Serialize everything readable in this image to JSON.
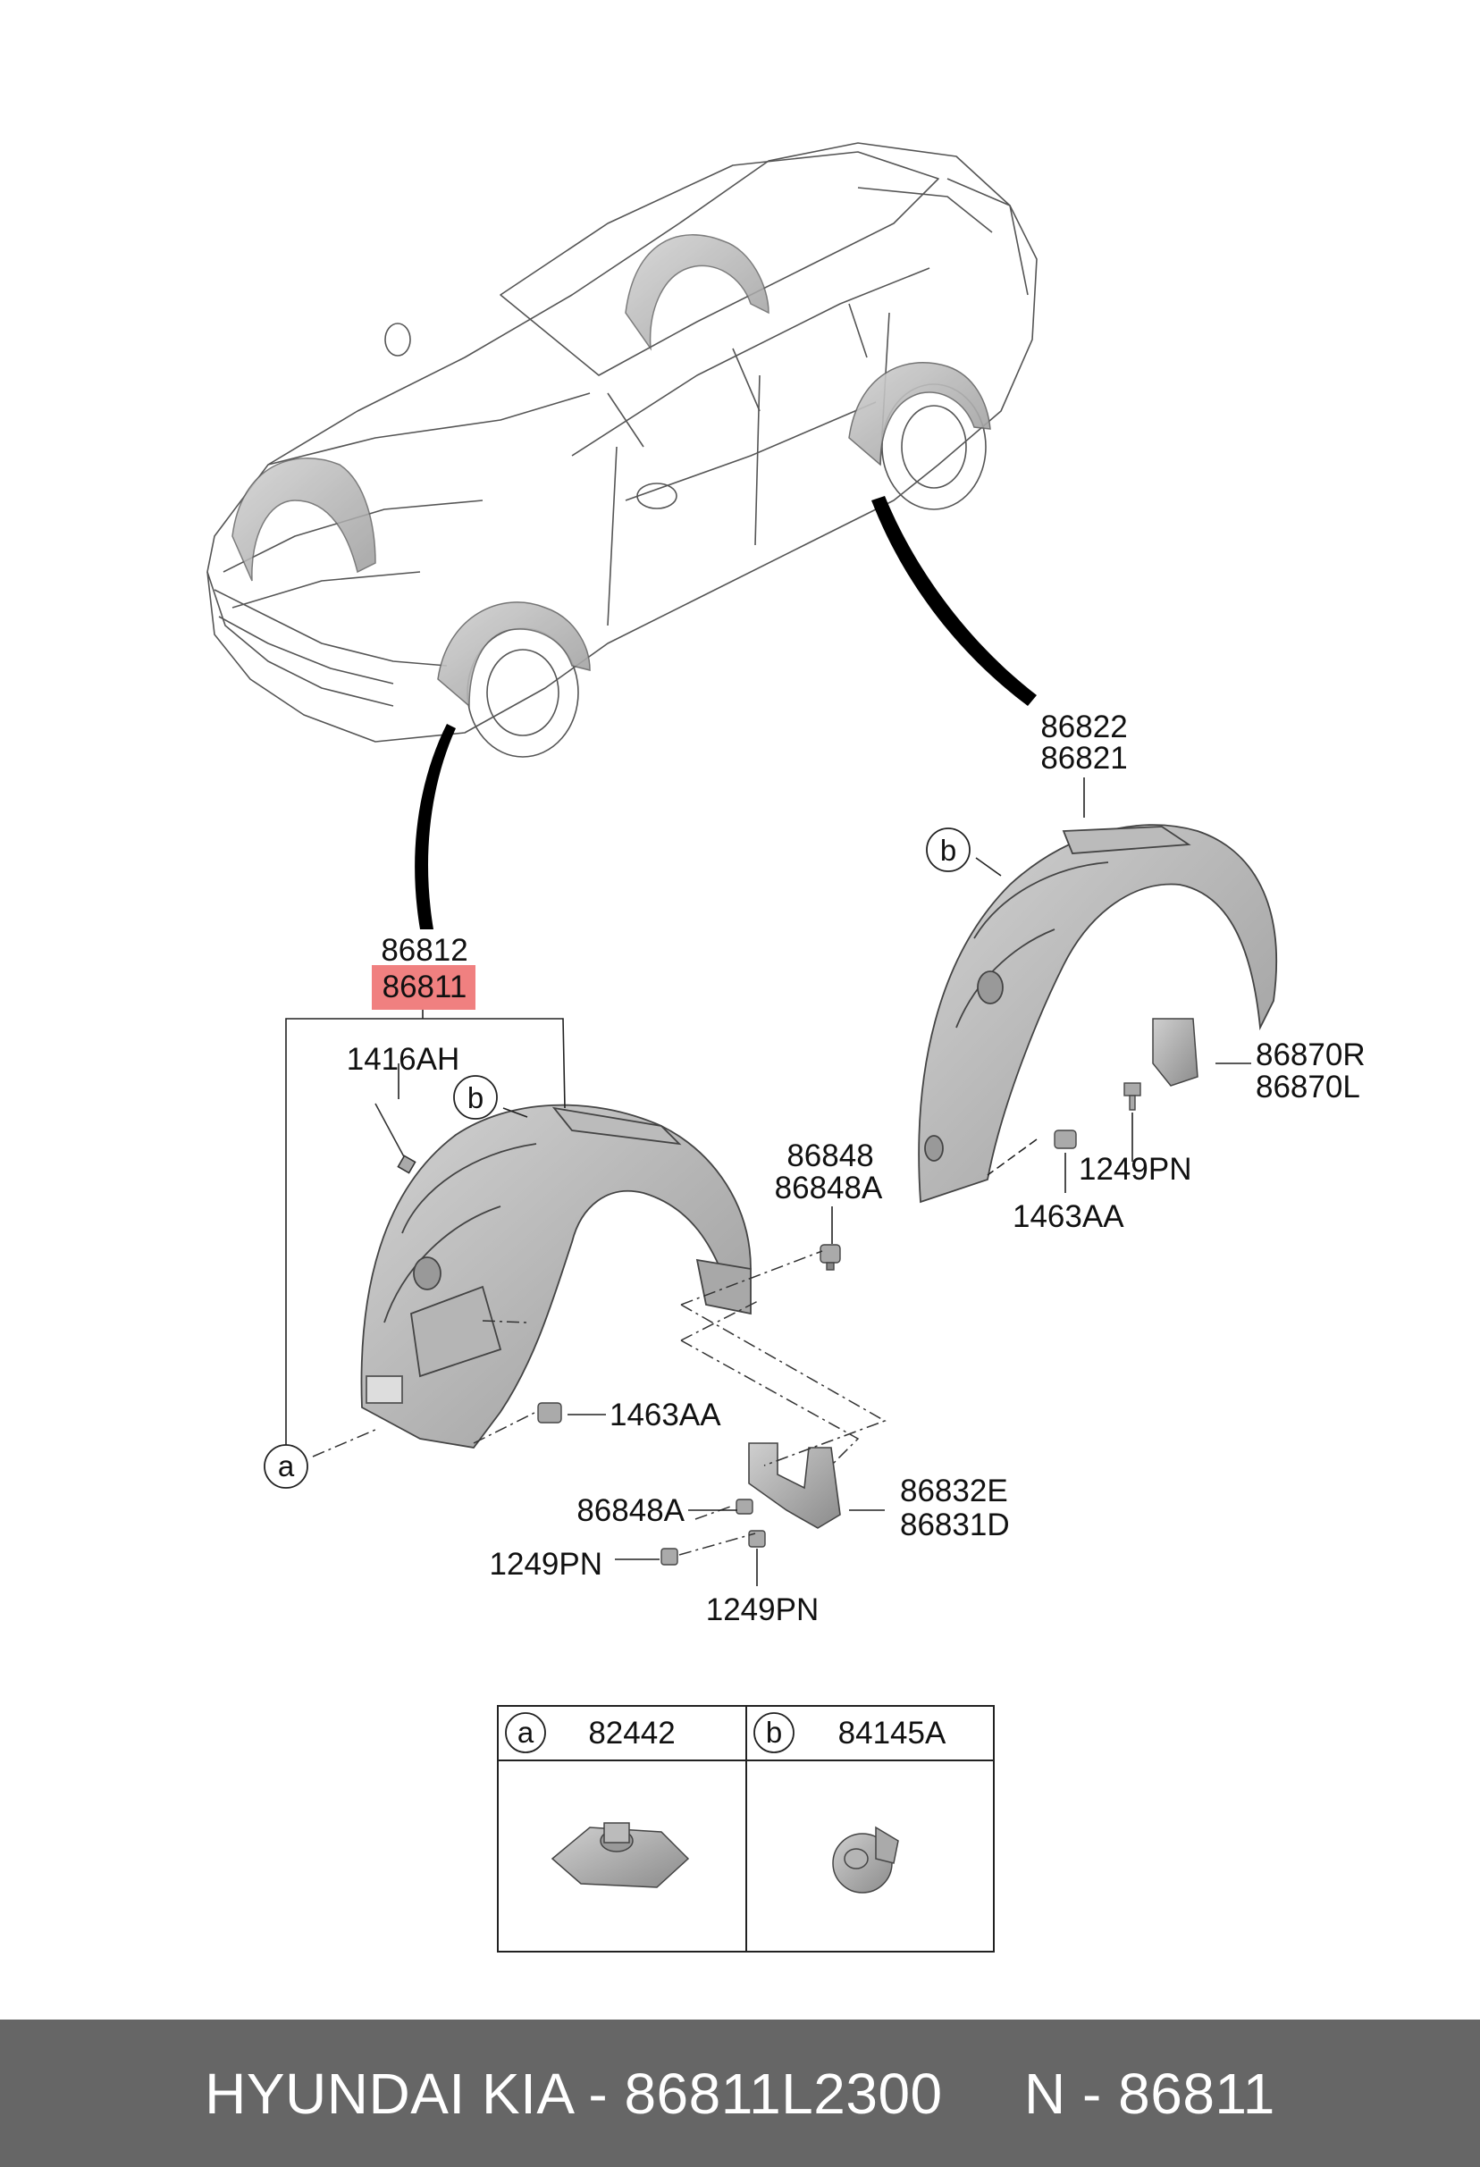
{
  "callouts": {
    "rear_upper": "86822",
    "rear_lower": "86821",
    "front_upper": "86812",
    "front_lower": "86811",
    "screw": "1416AH",
    "front_clip_1": "86848",
    "front_clip_2": "86848A",
    "rear_guard_r": "86870R",
    "rear_guard_l": "86870L",
    "rear_bolt": "1249PN",
    "rear_nut": "1463AA",
    "front_nut": "1463AA",
    "bracket_e": "86832E",
    "bracket_d": "86831D",
    "bracket_clip": "86848A",
    "bolt_left": "1249PN",
    "bolt_bottom": "1249PN",
    "circle_a": "a",
    "circle_b": "b"
  },
  "legend": {
    "col_a_letter": "a",
    "col_a_part": "82442",
    "col_b_letter": "b",
    "col_b_part": "84145A"
  },
  "highlight_color": "#f08080",
  "footer": {
    "text": "HYUNDAI KIA - 86811L2300     N - 86811"
  }
}
